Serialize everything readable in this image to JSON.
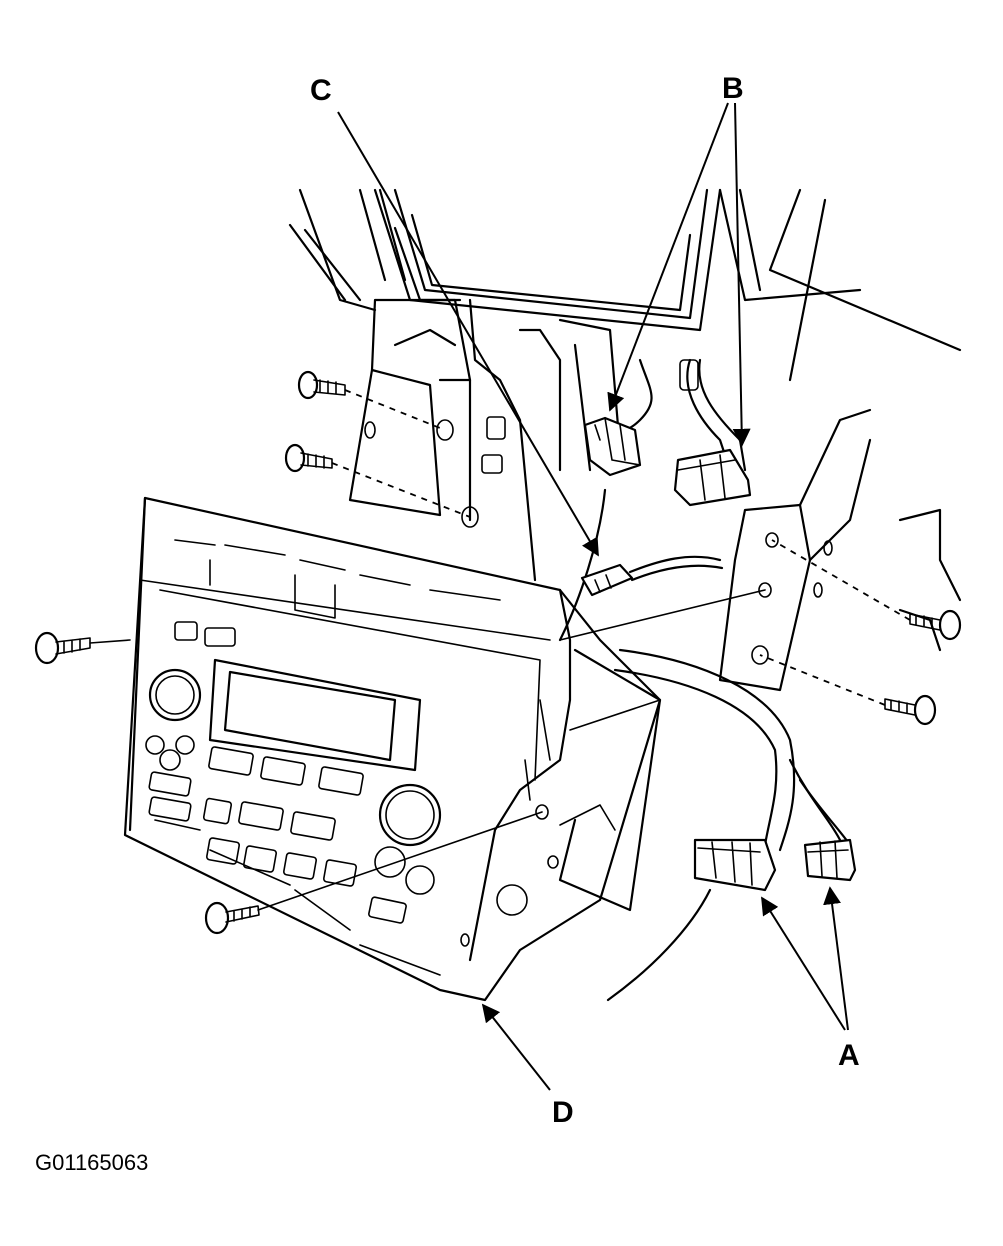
{
  "figure_id": "G01165063",
  "callouts": {
    "a": "A",
    "b": "B",
    "c": "C",
    "d": "D"
  },
  "colors": {
    "line": "#000000",
    "background": "#ffffff"
  }
}
